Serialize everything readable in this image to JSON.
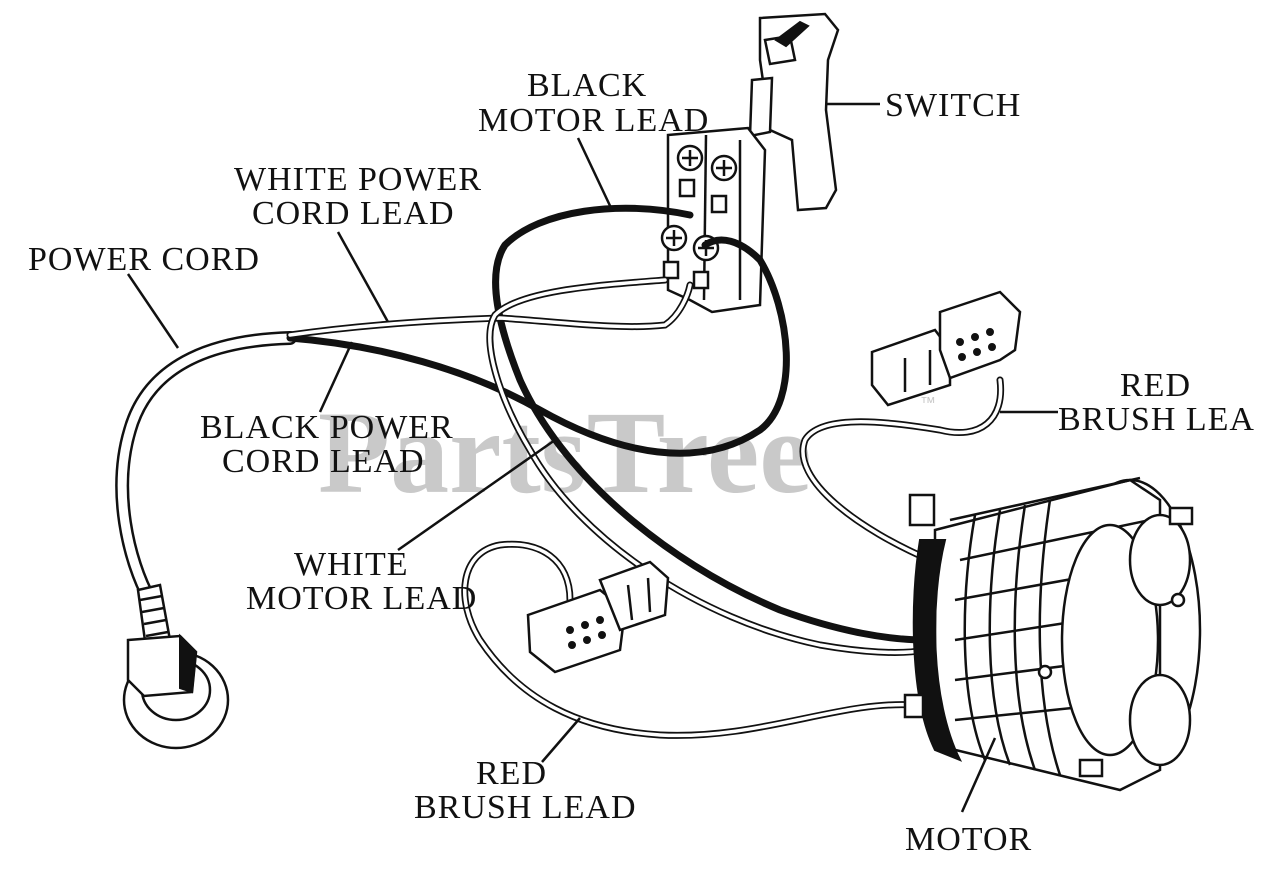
{
  "watermark": {
    "text": "PartsTree",
    "trademark": "™"
  },
  "labels": {
    "switch": "SWITCH",
    "black_motor_lead_1": "BLACK",
    "black_motor_lead_2": "MOTOR LEAD",
    "white_power_cord_lead_1": "WHITE POWER",
    "white_power_cord_lead_2": "CORD LEAD",
    "power_cord": "POWER CORD",
    "black_power_cord_lead_1": "BLACK POWER",
    "black_power_cord_lead_2": "CORD LEAD",
    "white_motor_lead_1": "WHITE",
    "white_motor_lead_2": "MOTOR LEAD",
    "red_brush_lead_right_1": "RED",
    "red_brush_lead_right_2": "BRUSH LEA",
    "red_brush_lead_bottom_1": "RED",
    "red_brush_lead_bottom_2": "BRUSH LEAD",
    "motor": "MOTOR"
  }
}
